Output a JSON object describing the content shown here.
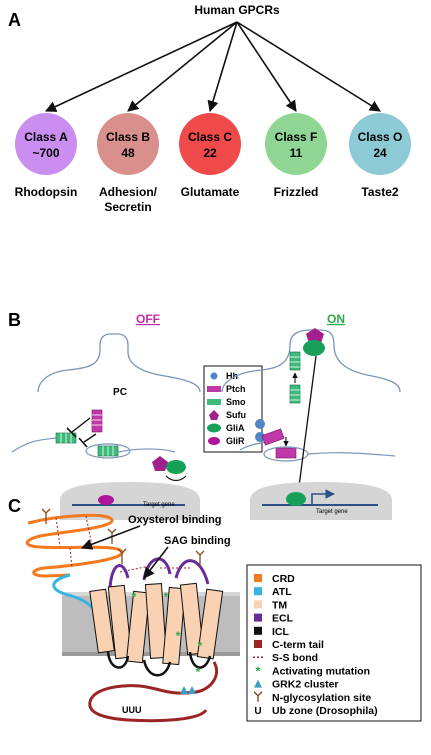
{
  "panel_a": {
    "label": "A",
    "root": "Human GPCRs",
    "classes": [
      {
        "name": "Class A",
        "count": "~700",
        "family": [
          "Rhodopsin"
        ],
        "color": "#c98ef0"
      },
      {
        "name": "Class B",
        "count": "48",
        "family": [
          "Adhesion/",
          "Secretin"
        ],
        "color": "#d9908d"
      },
      {
        "name": "Class C",
        "count": "22",
        "family": [
          "Glutamate"
        ],
        "color": "#f04a4a"
      },
      {
        "name": "Class F",
        "count": "11",
        "family": [
          "Frizzled"
        ],
        "color": "#8fd694"
      },
      {
        "name": "Class O",
        "count": "24",
        "family": [
          "Taste2"
        ],
        "color": "#8ccbd6"
      }
    ]
  },
  "panel_b": {
    "label": "B",
    "off_label": "OFF",
    "on_label": "ON",
    "pc_label": "PC",
    "target_gene_off": "Target gene",
    "target_gene_on": "Target gene",
    "legend": [
      "Hh",
      "Ptch",
      "Smo",
      "Sufu",
      "GliA",
      "GliR"
    ],
    "colors": {
      "hh": "#4f86c6",
      "ptch": "#c039a8",
      "smo": "#3dbb7a",
      "sufu": "#a21f8e",
      "glia": "#16a05a",
      "glir": "#b0149a",
      "accent": "#c42cb0",
      "on": "#2ca84a",
      "cilium": "#7a95b8",
      "nucleus": "#d5d5d5"
    }
  },
  "panel_c": {
    "label": "C",
    "annot_oxysterol": "Oxysterol binding",
    "annot_sag": "SAG binding",
    "ub_text": "UUU",
    "legend": [
      {
        "key": "crd",
        "label": "CRD",
        "color": "#f47a1f"
      },
      {
        "key": "atl",
        "label": "ATL",
        "color": "#34b6e4"
      },
      {
        "key": "tm",
        "label": "TM",
        "color": "#f9d2b3"
      },
      {
        "key": "ecl",
        "label": "ECL",
        "color": "#6a2c9b"
      },
      {
        "key": "icl",
        "label": "ICL",
        "color": "#111111"
      },
      {
        "key": "cterm",
        "label": "C-term tail",
        "color": "#9b2424"
      },
      {
        "key": "ss",
        "label": "S-S bond",
        "color": "#9b2424"
      },
      {
        "key": "act",
        "label": "Activating mutation",
        "color": "#2eaa4a"
      },
      {
        "key": "grk2",
        "label": "GRK2 cluster",
        "color": "#3aa0c8"
      },
      {
        "key": "glyco",
        "label": "N-glycosylation site",
        "color": "#8a4a1a"
      },
      {
        "key": "ub",
        "label": "Ub zone (Drosophila)",
        "color": "#111111"
      }
    ],
    "ub_symbol": "U"
  }
}
